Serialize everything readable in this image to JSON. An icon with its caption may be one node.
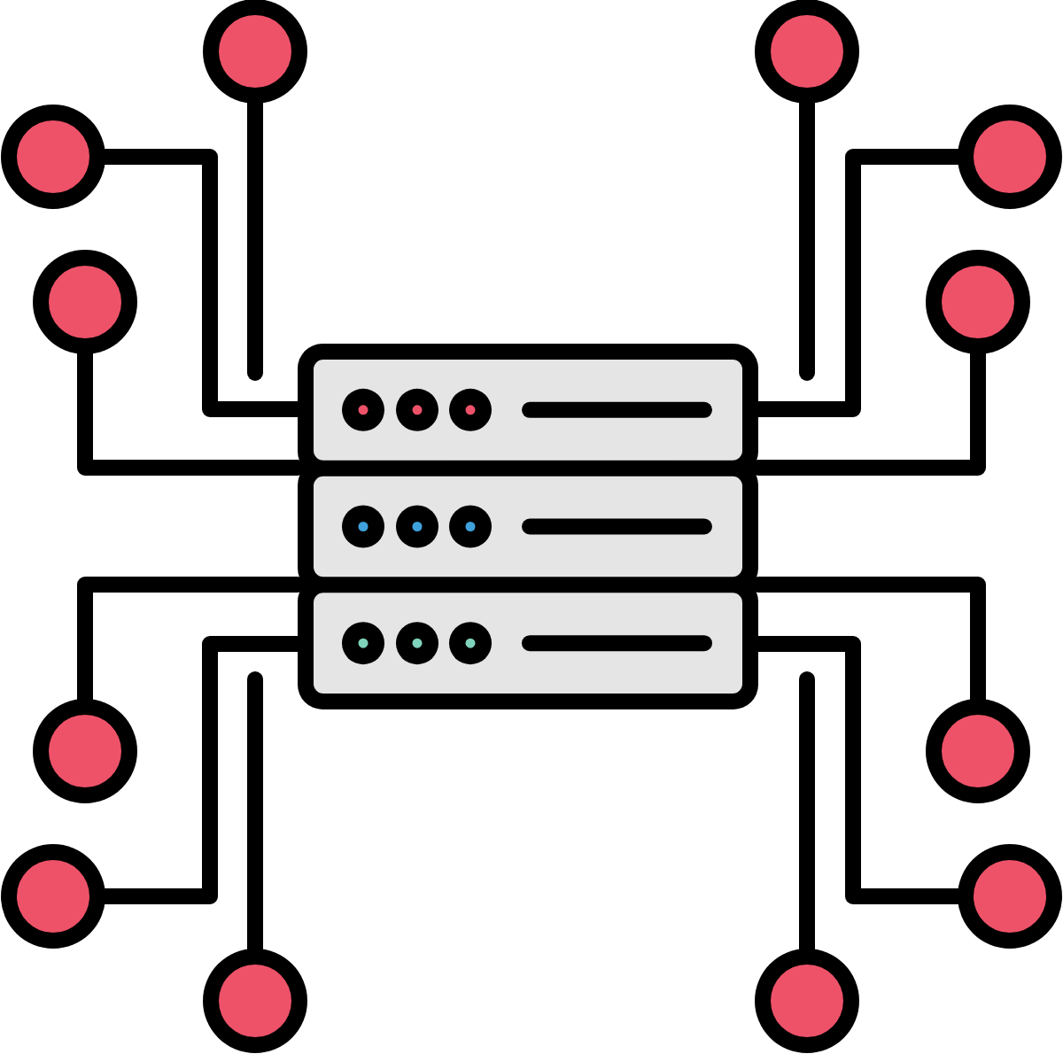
{
  "diagram": {
    "nodes": [
      {
        "text": [],
        "shape": "circle"
      },
      {
        "text": [],
        "shape": "circle"
      },
      {
        "text": [],
        "shape": "circle"
      },
      {
        "text": [],
        "shape": "circle"
      },
      {
        "text": [],
        "shape": "circle"
      },
      {
        "text": [],
        "shape": "circle"
      },
      {
        "text": [],
        "shape": "picture"
      },
      {
        "text": [],
        "shape": "circle"
      },
      {
        "text": [],
        "shape": "circle"
      },
      {
        "text": [],
        "shape": "circle"
      },
      {
        "text": [],
        "shape": "circle"
      },
      {
        "text": [],
        "shape": "circle"
      },
      {
        "text": [],
        "shape": "circle"
      }
    ],
    "edges": [
      {
        "from": 0,
        "to": null,
        "arrow": "none"
      },
      {
        "from": 1,
        "to": null,
        "arrow": "none"
      },
      {
        "from": 2,
        "to": 6,
        "arrow": "none"
      },
      {
        "from": 3,
        "to": 6,
        "arrow": "none"
      },
      {
        "from": 4,
        "to": 6,
        "arrow": "none"
      },
      {
        "from": 5,
        "to": 6,
        "arrow": "none"
      },
      {
        "from": 7,
        "to": 6,
        "arrow": "none"
      },
      {
        "from": 8,
        "to": 6,
        "arrow": "none"
      },
      {
        "from": 9,
        "to": 6,
        "arrow": "none"
      },
      {
        "from": 10,
        "to": 6,
        "arrow": "none"
      },
      {
        "from": 11,
        "to": null,
        "arrow": "none"
      },
      {
        "from": 12,
        "to": null,
        "arrow": "none"
      }
    ]
  }
}
